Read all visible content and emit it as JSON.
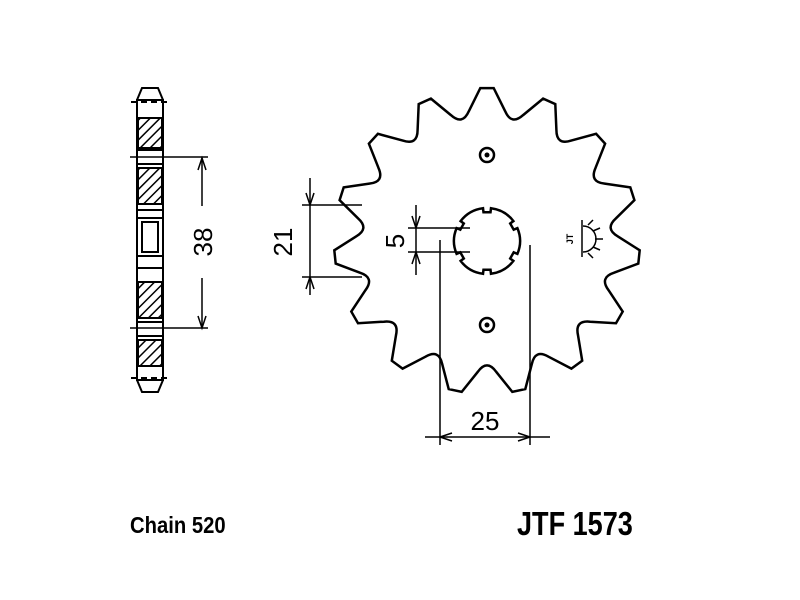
{
  "part": {
    "number": "JTF 1573",
    "chain": "Chain 520",
    "teeth": 15
  },
  "dimensions": {
    "spline_width": "38",
    "offset_21": "21",
    "offset_5": "5",
    "hub_width": "25"
  },
  "symbol": {
    "text": "JT"
  }
}
